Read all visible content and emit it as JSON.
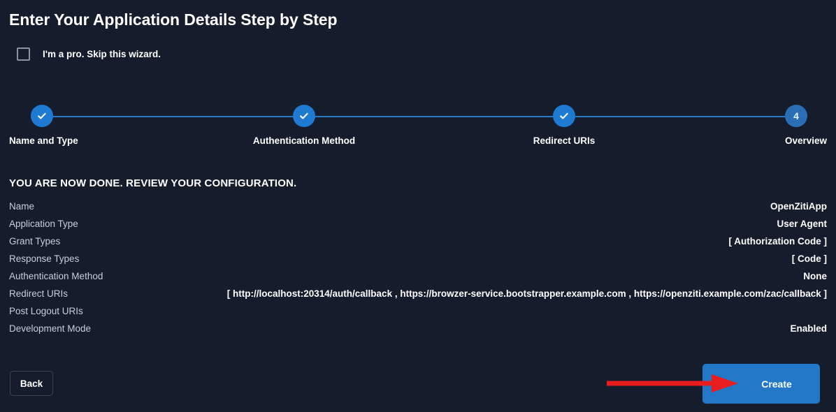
{
  "page": {
    "title": "Enter Your Application Details Step by Step",
    "background_color": "#151c2c",
    "accent_color": "#1f7ad1",
    "annotation_color": "#e81d1d"
  },
  "skip_wizard": {
    "label": "I'm a pro. Skip this wizard.",
    "checked": false
  },
  "stepper": {
    "steps": [
      {
        "label": "Name and Type",
        "state": "complete",
        "number": "1",
        "icon": "check-icon"
      },
      {
        "label": "Authentication Method",
        "state": "complete",
        "number": "2",
        "icon": "check-icon"
      },
      {
        "label": "Redirect URIs",
        "state": "complete",
        "number": "3",
        "icon": "check-icon"
      },
      {
        "label": "Overview",
        "state": "current",
        "number": "4",
        "icon": ""
      }
    ]
  },
  "review": {
    "heading": "YOU ARE NOW DONE. REVIEW YOUR CONFIGURATION.",
    "rows": [
      {
        "label": "Name",
        "value": "OpenZitiApp"
      },
      {
        "label": "Application Type",
        "value": "User Agent"
      },
      {
        "label": "Grant Types",
        "value": "[ Authorization Code ]"
      },
      {
        "label": "Response Types",
        "value": "[ Code ]"
      },
      {
        "label": "Authentication Method",
        "value": "None"
      },
      {
        "label": "Redirect URIs",
        "value": "[ http://localhost:20314/auth/callback , https://browzer-service.bootstrapper.example.com , https://openziti.example.com/zac/callback ]"
      },
      {
        "label": "Post Logout URIs",
        "value": ""
      },
      {
        "label": "Development Mode",
        "value": "Enabled"
      }
    ]
  },
  "footer": {
    "back_label": "Back",
    "create_label": "Create"
  }
}
